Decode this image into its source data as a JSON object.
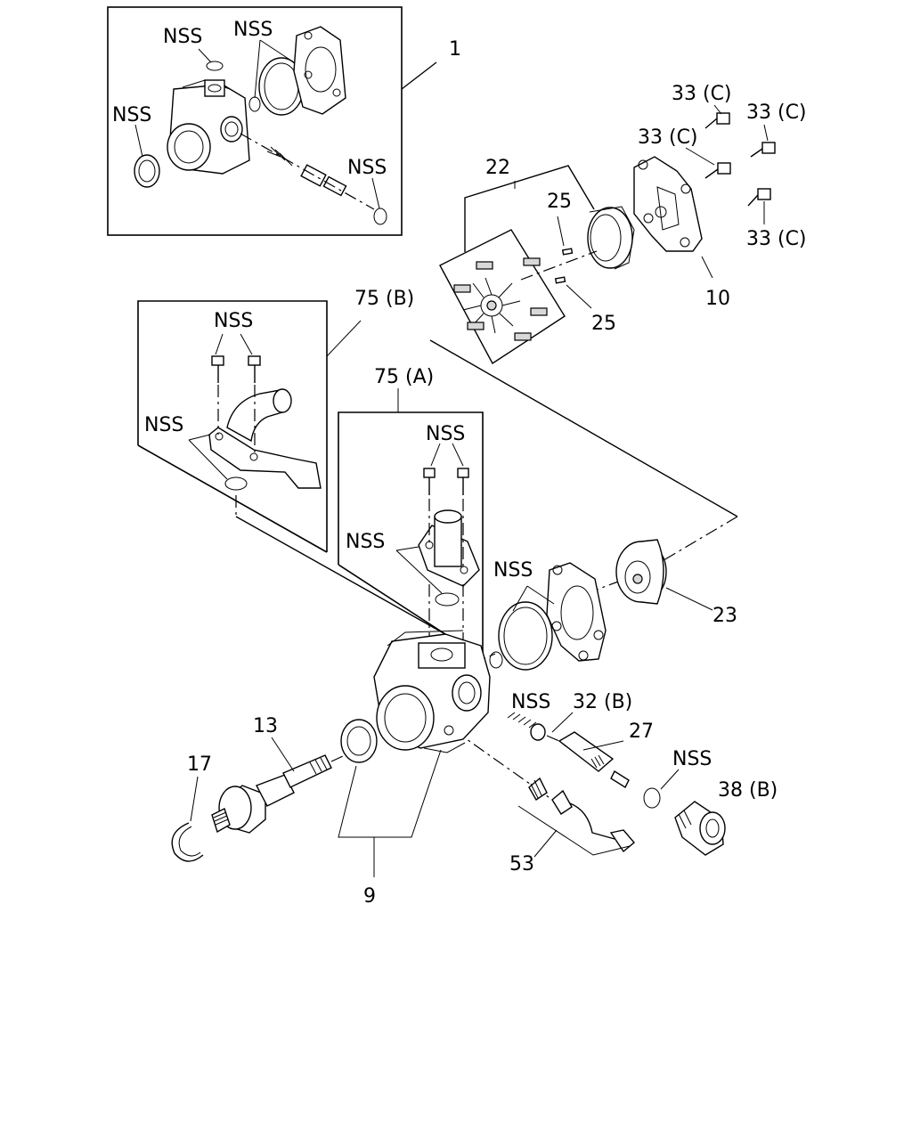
{
  "diagram": {
    "labels": {
      "l_1": "1",
      "l_nss_a": "NSS",
      "l_nss_b": "NSS",
      "l_nss_c": "NSS",
      "l_nss_d": "NSS",
      "l_33c_1": "33 (C)",
      "l_33c_2": "33 (C)",
      "l_33c_3": "33 (C)",
      "l_33c_4": "33 (C)",
      "l_22": "22",
      "l_25_a": "25",
      "l_25_b": "25",
      "l_10": "10",
      "l_75b": "75 (B)",
      "l_75a": "75 (A)",
      "l_nss_e": "NSS",
      "l_nss_f": "NSS",
      "l_nss_g": "NSS",
      "l_nss_h": "NSS",
      "l_nss_i": "NSS",
      "l_23": "23",
      "l_nss_j": "NSS",
      "l_32b": "32 (B)",
      "l_27": "27",
      "l_13": "13",
      "l_17": "17",
      "l_nss_k": "NSS",
      "l_38b": "38 (B)",
      "l_53": "53",
      "l_9": "9"
    }
  }
}
